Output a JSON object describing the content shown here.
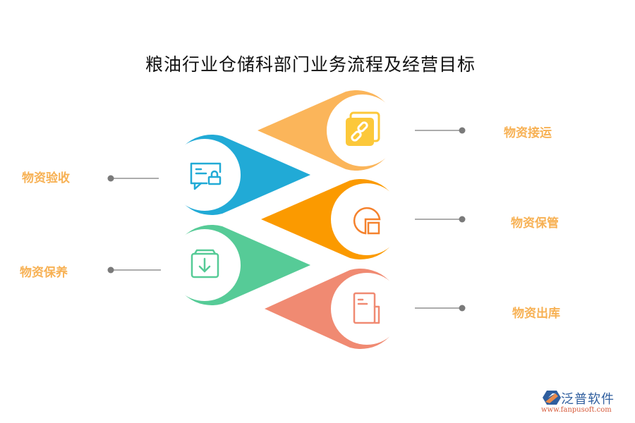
{
  "title": "粮油行业仓储科部门业务流程及经营目标",
  "colors": {
    "orange_light": "#fbb55a",
    "blue": "#21aad6",
    "orange": "#fb9a00",
    "green": "#56cb97",
    "salmon": "#f08a72",
    "label": "#f7b154",
    "connector": "#7a7a7a"
  },
  "items": [
    {
      "label": "物资接运",
      "icon": "link-icon",
      "side": "right",
      "color": "#fbb55a"
    },
    {
      "label": "物资验收",
      "icon": "message-lock-icon",
      "side": "left",
      "color": "#21aad6"
    },
    {
      "label": "物资保管",
      "icon": "pie-square-icon",
      "side": "right",
      "color": "#fb9a00"
    },
    {
      "label": "物资保养",
      "icon": "box-download-icon",
      "side": "left",
      "color": "#56cb97"
    },
    {
      "label": "物资出库",
      "icon": "document-icon",
      "side": "right",
      "color": "#f08a72"
    }
  ],
  "logo": {
    "name": "泛普软件",
    "url": "www.fanpusoft.com"
  }
}
